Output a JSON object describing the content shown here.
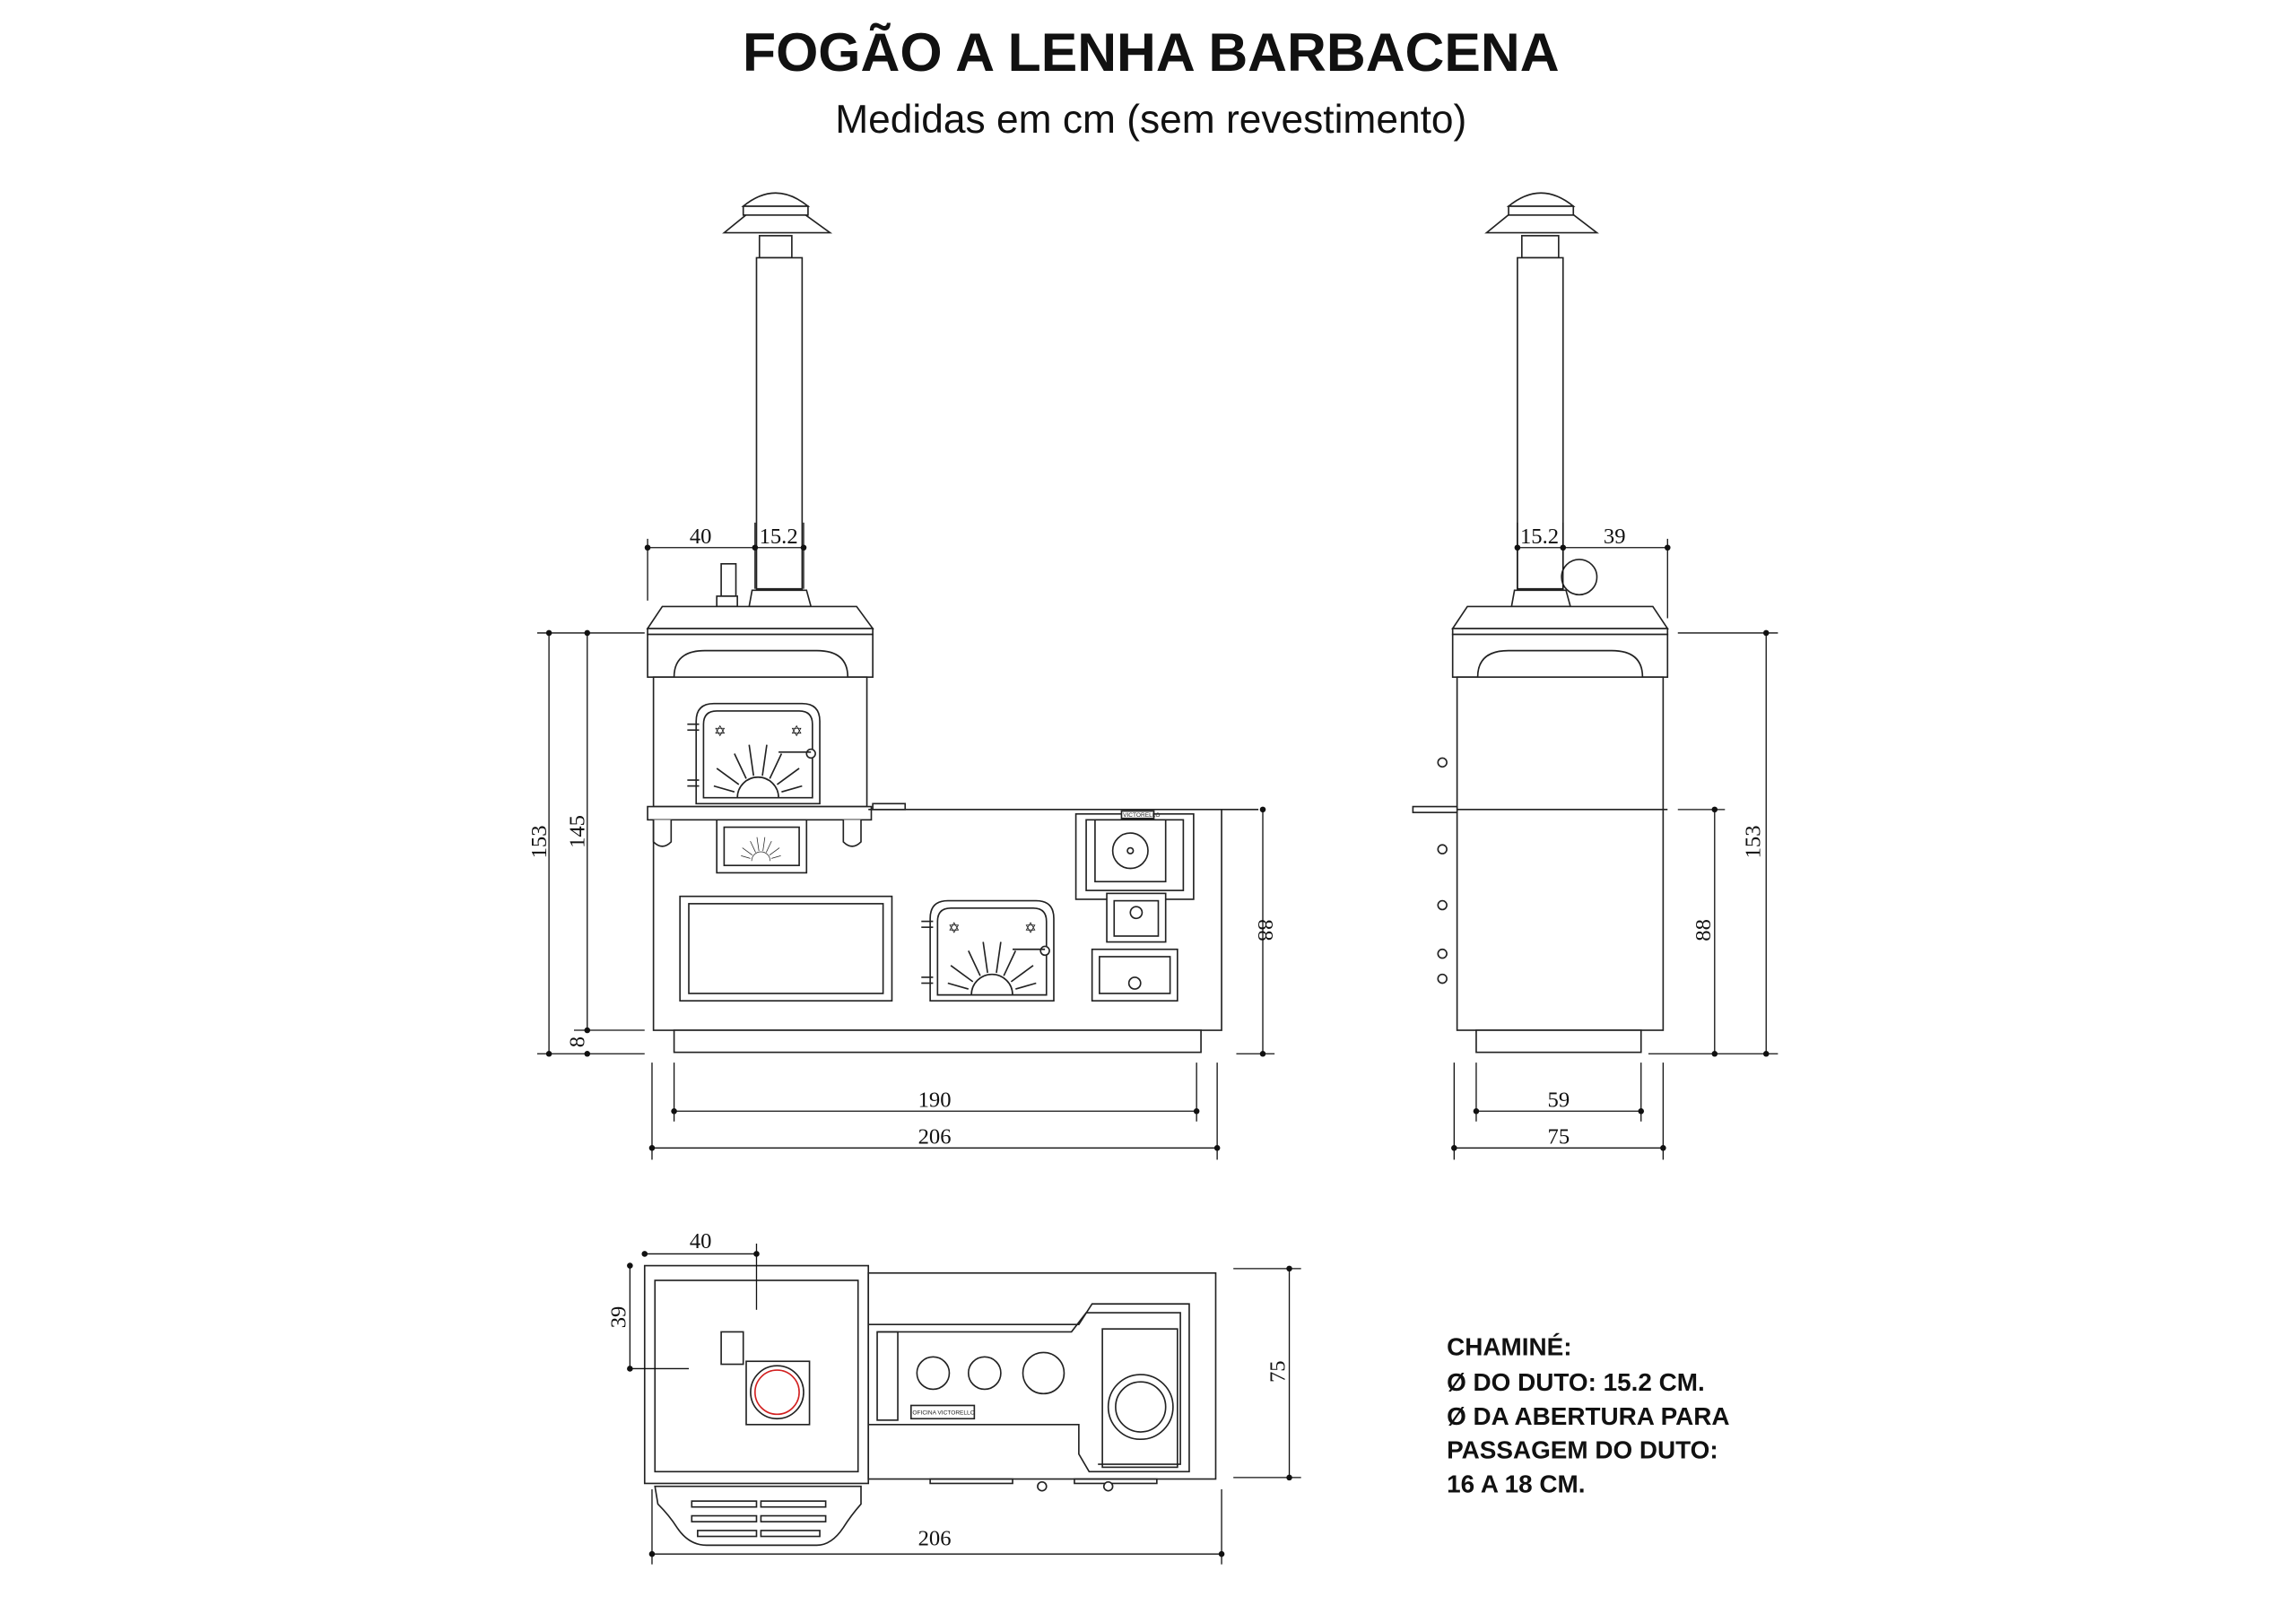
{
  "header": {
    "title": "FOGÃO A LENHA BARBACENA",
    "subtitle": "Medidas em cm (sem revestimento)"
  },
  "front_view": {
    "dims": {
      "chimney_offset": "40",
      "chimney_diameter": "15.2",
      "total_height": "153",
      "body_height": "145",
      "base_height": "8",
      "counter_height": "88",
      "base_width": "190",
      "total_width": "206"
    },
    "plate_label": "VICTORELLO"
  },
  "side_view": {
    "dims": {
      "chimney_diameter": "15.2",
      "chimney_offset": "39",
      "total_height": "153",
      "counter_height": "88",
      "base_depth": "59",
      "total_depth": "75"
    }
  },
  "top_view": {
    "dims": {
      "chimney_offset_x": "40",
      "chimney_offset_y": "39",
      "depth": "75",
      "total_width": "206"
    },
    "plate_label": "OFICINA VICTORELLO"
  },
  "notes": {
    "lines": [
      "CHAMINÉ:",
      "Ø DO DUTO: 15.2 CM.",
      "Ø DA ABERTURA PARA",
      "PASSAGEM DO DUTO:",
      "16 A 18 CM."
    ]
  },
  "colors": {
    "line": "#222222",
    "flue_opening": "#d22020"
  }
}
